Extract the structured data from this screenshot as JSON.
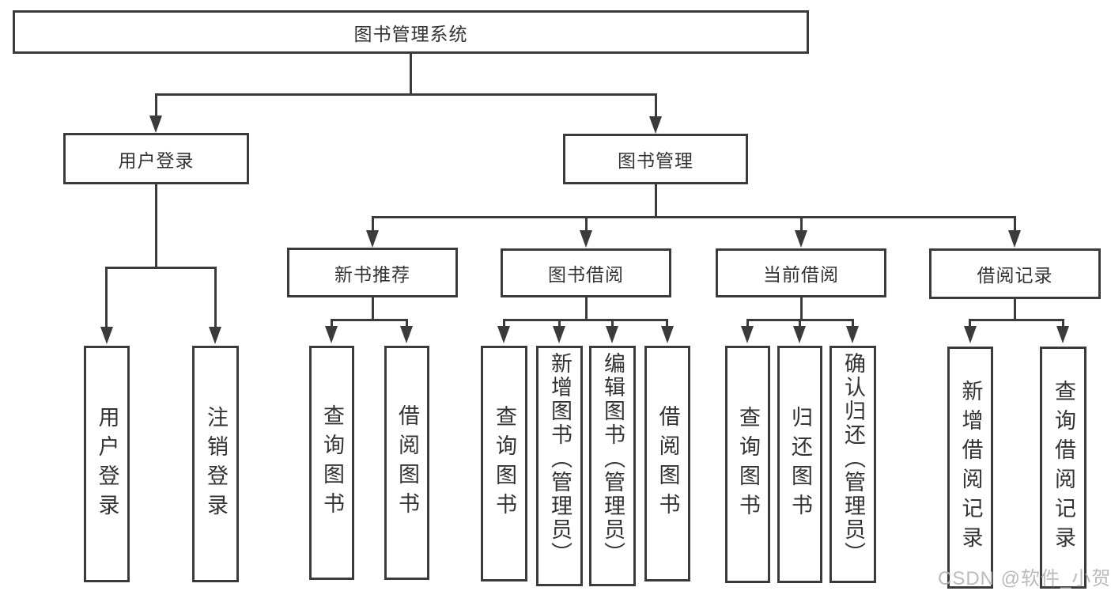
{
  "diagram": {
    "nodes": {
      "root": "图书管理系统",
      "userLogin": "用户登录",
      "bookMgmt": "图书管理",
      "newBookRec": "新书推荐",
      "bookBorrow": "图书借阅",
      "currentBorrow": "当前借阅",
      "borrowRecords": "借阅记录",
      "g1b1": "用户登录",
      "g1b2": "注销登录",
      "g2b1": "查询图书",
      "g2b2": "借阅图书",
      "g3b1": "查询图书",
      "g3b2": "新增图书（管理员）",
      "g3b3": "编辑图书（管理员）",
      "g3b4": "借阅图书",
      "g4b1": "查询图书",
      "g4b2": "归还图书",
      "g4b3": "确认归还（管理员）",
      "g5b1": "新增借阅记录",
      "g5b2": "查询借阅记录"
    },
    "watermark": "CSDN @软件_小贺同学",
    "colors": {
      "line": "#3b3b3b",
      "text": "#333333",
      "watermark": "#b4b4b4",
      "background": "#ffffff"
    }
  }
}
